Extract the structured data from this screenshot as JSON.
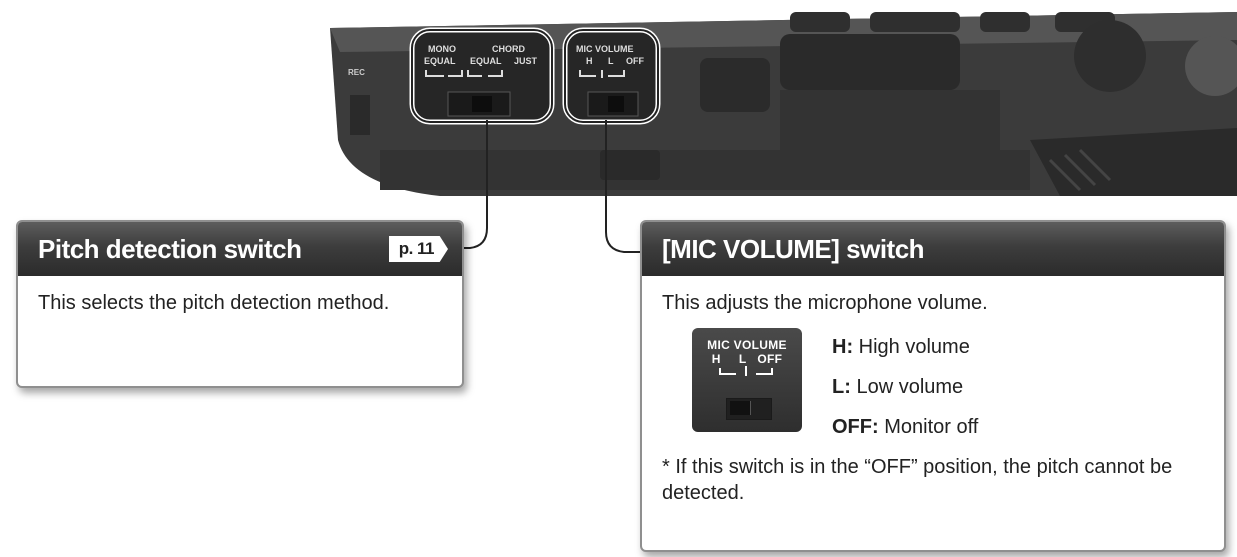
{
  "device": {
    "rec_label": "REC",
    "pitch_switch": {
      "top_left": "MONO",
      "top_right": "CHORD",
      "bottom": [
        "EQUAL",
        "EQUAL",
        "JUST"
      ]
    },
    "mic_switch": {
      "title": "MIC VOLUME",
      "positions": [
        "H",
        "L",
        "OFF"
      ]
    }
  },
  "pitch_callout": {
    "title": "Pitch detection switch",
    "page_ref": "p. 11",
    "body": "This selects the pitch detection method."
  },
  "mic_callout": {
    "title": "[MIC VOLUME] switch",
    "intro": "This adjusts the microphone volume.",
    "settings": [
      {
        "key": "H:",
        "value": "High volume"
      },
      {
        "key": "L:",
        "value": "Low volume"
      },
      {
        "key": "OFF:",
        "value": "Monitor off"
      }
    ],
    "note": "* If this switch is in the “OFF” position, the pitch cannot be detected."
  }
}
